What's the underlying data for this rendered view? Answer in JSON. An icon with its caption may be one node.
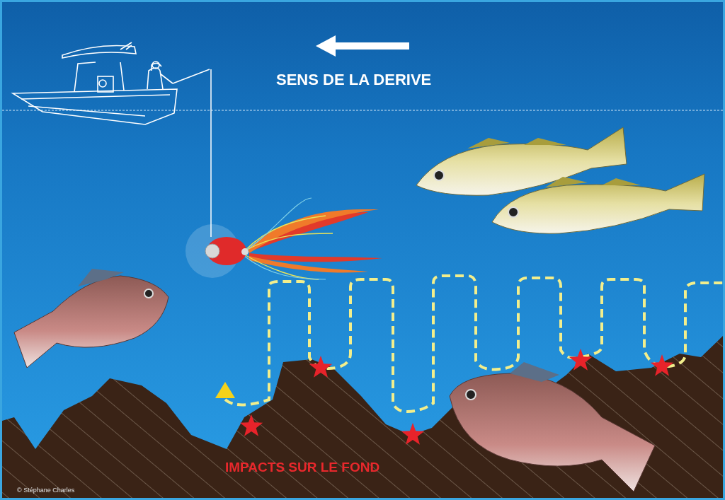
{
  "diagram": {
    "nodes": [
      {
        "text": [],
        "shape": "picture"
      },
      {
        "text": [],
        "shape": "picture"
      }
    ],
    "edges": [
      {
        "from": 0,
        "to": 1,
        "arrow": "none"
      }
    ],
    "labels": [
      "SENS DE LA DERIVE",
      "IMPACTS SUR LE FOND",
      "© Stéphane Charles"
    ]
  }
}
